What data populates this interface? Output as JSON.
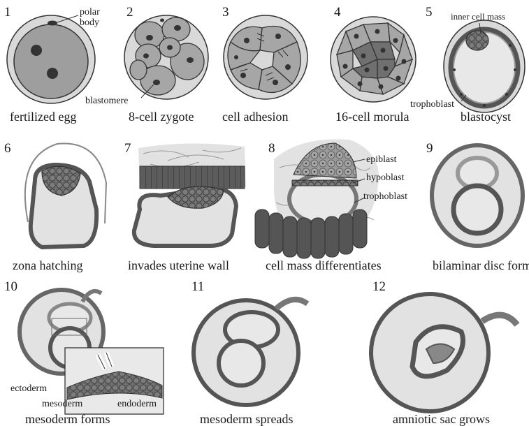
{
  "stages": [
    {
      "number": "1",
      "caption": "fertilized egg"
    },
    {
      "number": "2",
      "caption": "8-cell zygote"
    },
    {
      "number": "3",
      "caption": "cell adhesion"
    },
    {
      "number": "4",
      "caption": "16-cell morula"
    },
    {
      "number": "5",
      "caption": "blastocyst"
    },
    {
      "number": "6",
      "caption": "zona hatching"
    },
    {
      "number": "7",
      "caption": "invades uterine wall"
    },
    {
      "number": "8",
      "caption": "cell mass differentiates"
    },
    {
      "number": "9",
      "caption": "bilaminar disc forms"
    },
    {
      "number": "10",
      "caption": "mesoderm forms"
    },
    {
      "number": "11",
      "caption": "mesoderm spreads"
    },
    {
      "number": "12",
      "caption": "amniotic sac grows"
    }
  ],
  "labels": {
    "polar_body_1": "polar",
    "polar_body_2": "body",
    "blastomere": "blastomere",
    "inner_cell_mass": "inner cell mass",
    "trophoblast_5": "trophoblast",
    "epiblast": "epiblast",
    "hypoblast": "hypoblast",
    "trophoblast_8": "trophoblast",
    "ectoderm": "ectoderm",
    "mesoderm": "mesoderm",
    "endoderm": "endoderm"
  },
  "colors": {
    "zona": "#d9d9d9",
    "cell": "#a6a6a6",
    "dark": "#6e6e6e",
    "nucleus": "#333333",
    "line": "#333333",
    "tissue": "#e2e2e2"
  }
}
